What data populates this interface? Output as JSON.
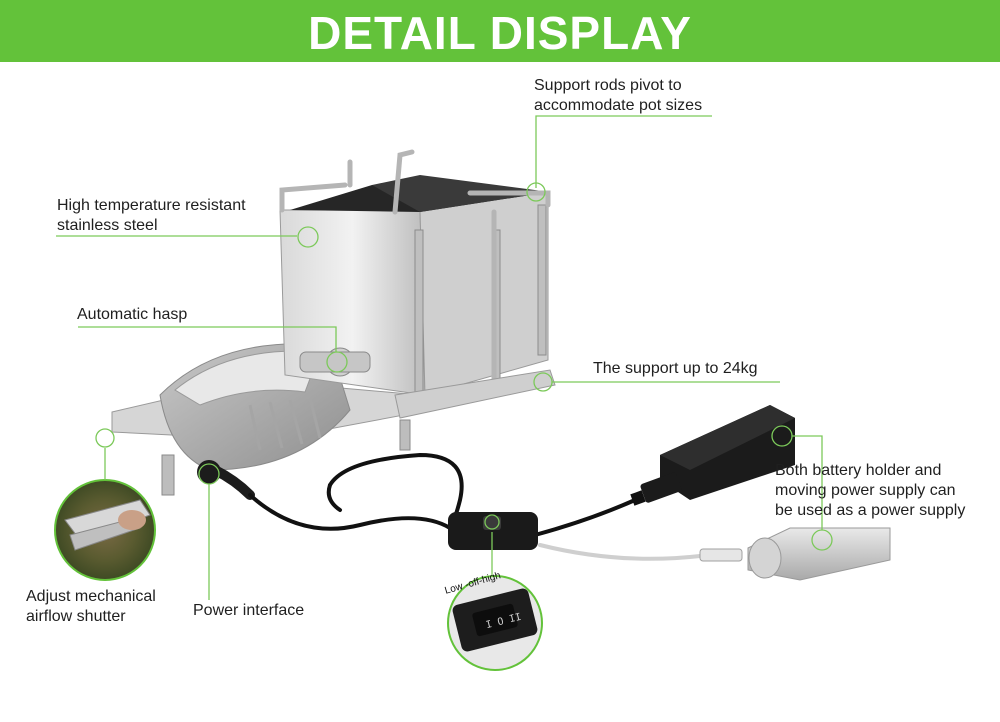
{
  "banner": {
    "title": "DETAIL DISPLAY"
  },
  "colors": {
    "accent": "#63c23a",
    "callout_line": "#7cc95a",
    "text": "#1f1f1f"
  },
  "callouts": {
    "support_rods": {
      "line1": "Support rods pivot to",
      "line2": "accommodate pot sizes"
    },
    "stainless": {
      "line1": "High temperature resistant",
      "line2": "stainless steel"
    },
    "hasp": {
      "line1": "Automatic hasp"
    },
    "support_weight": {
      "line1": "The support up to 24kg"
    },
    "battery": {
      "line1": "Both battery holder and",
      "line2": "moving power supply can",
      "line3": "be used as a power supply"
    },
    "airflow": {
      "line1": "Adjust mechanical",
      "line2": "airflow shutter"
    },
    "power": {
      "line1": "Power interface"
    },
    "switch_modes": {
      "line1": "Low -off-high"
    }
  },
  "icons": [
    "stove-illustration",
    "battery-holder-icon",
    "power-bank-icon",
    "rocker-switch-icon",
    "airflow-shutter-photo"
  ]
}
